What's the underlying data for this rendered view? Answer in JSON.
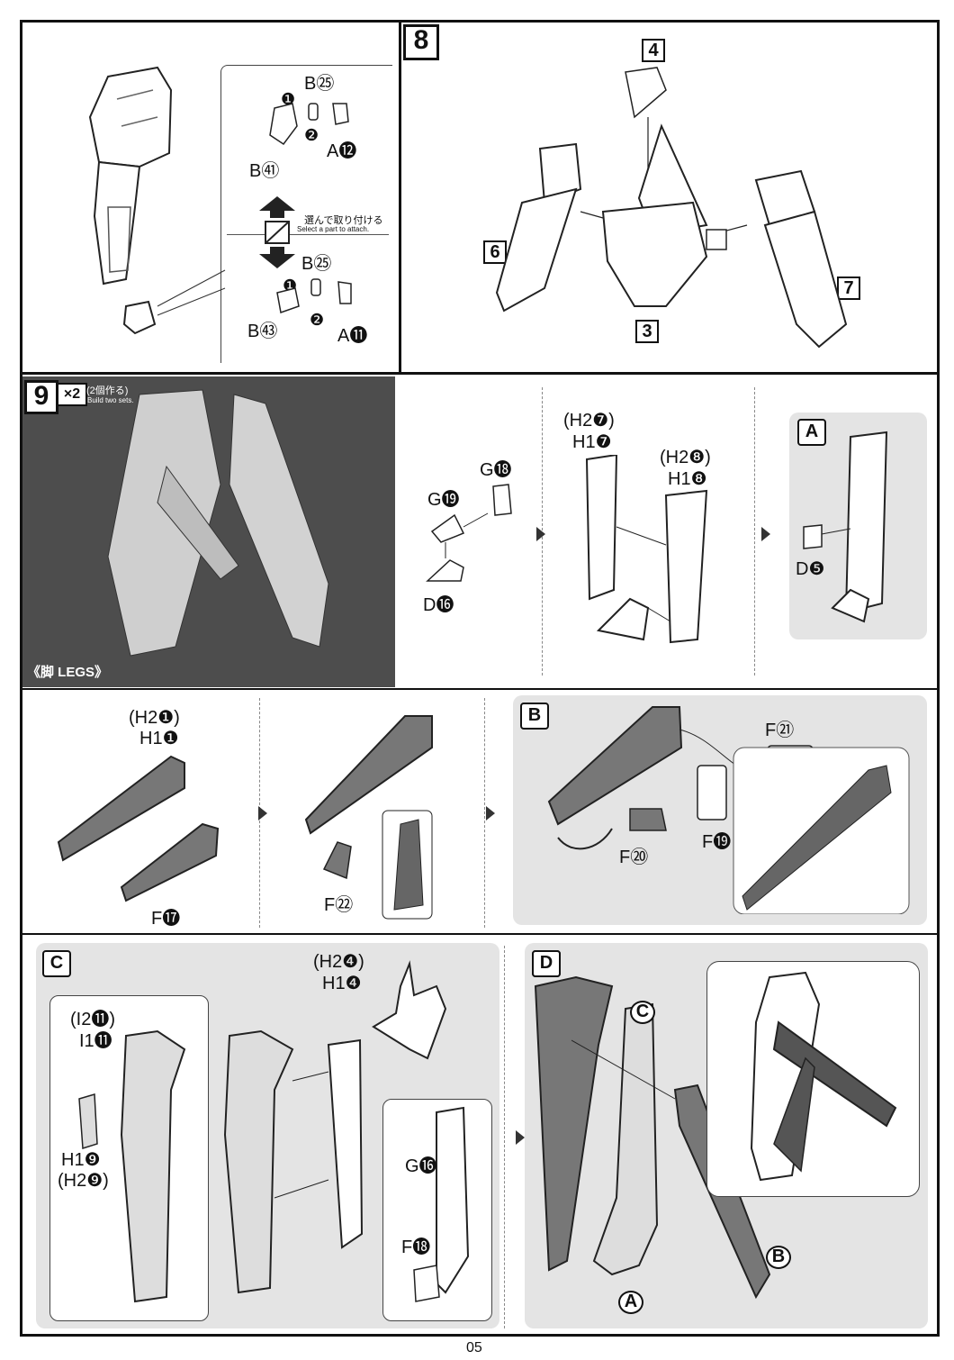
{
  "page_number": "05",
  "step8": {
    "number": "8",
    "alt_select_jp": "選んで取り付ける",
    "alt_select_en": "Select a part to attach.",
    "opt1": {
      "b_top": "B㉕",
      "a": "A⓬",
      "b_bottom": "B㊶",
      "order1": "❶",
      "order2": "❷"
    },
    "opt2": {
      "b_top": "B㉕",
      "a": "A⓫",
      "b_bottom": "B㊸",
      "order1": "❶",
      "order2": "❷"
    },
    "assembly_tags": [
      "4",
      "6",
      "3",
      "7"
    ]
  },
  "step9": {
    "number": "9",
    "build_count": "×2",
    "build_jp": "(2個作る)",
    "build_en": "Build two sets.",
    "photo_caption": "《脚 LEGS》",
    "row1": {
      "g18": "G⓲",
      "g19": "G⓳",
      "d16": "D⓰",
      "h2_7": "(H2❼)",
      "h1_7": "H1❼",
      "h2_8": "(H2❽)",
      "h1_8": "H1❽",
      "sub_a": "A",
      "d5": "D❺"
    },
    "row2": {
      "h2_1": "(H2❶)",
      "h1_1": "H1❶",
      "f17": "F⓱",
      "f22": "F㉒",
      "sub_b": "B",
      "f21": "F㉑",
      "f20": "F⑳",
      "f19": "F⓳"
    },
    "row3": {
      "sub_c": "C",
      "i2_11": "(I2⓫)",
      "i1_11": "I1⓫",
      "h1_9": "H1❾",
      "h2_9": "(H2❾)",
      "h2_4": "(H2❹)",
      "h1_4": "H1❹",
      "g16": "G⓰",
      "f18": "F⓲",
      "sub_d": "D",
      "d_ref_c": "C",
      "d_ref_b": "B",
      "d_ref_a": "A"
    }
  }
}
